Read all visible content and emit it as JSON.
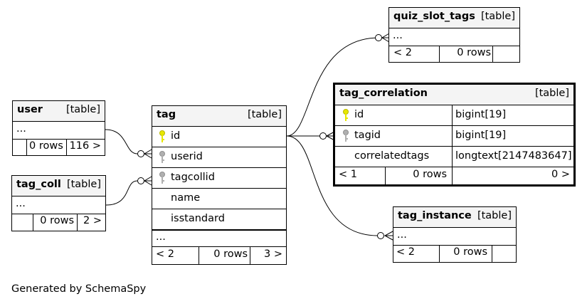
{
  "diagram": {
    "footer": "Generated by SchemaSpy",
    "tables": {
      "quiz_slot_tags": {
        "name": "quiz_slot_tags",
        "type": "[table]",
        "ellipsis": "...",
        "stats": {
          "left": "< 2",
          "rows": "0 rows",
          "right": ""
        }
      },
      "tag_correlation": {
        "name": "tag_correlation",
        "type": "[table]",
        "columns": [
          {
            "name": "id",
            "type": "bigint[19]",
            "key": "primary"
          },
          {
            "name": "tagid",
            "type": "bigint[19]",
            "key": "foreign"
          },
          {
            "name": "correlatedtags",
            "type": "longtext[2147483647]",
            "key": ""
          }
        ],
        "stats": {
          "left": "< 1",
          "rows": "0 rows",
          "right": "0 >"
        }
      },
      "user": {
        "name": "user",
        "type": "[table]",
        "ellipsis": "...",
        "stats": {
          "left": "",
          "rows": "0 rows",
          "right": "116 >"
        }
      },
      "tag_coll": {
        "name": "tag_coll",
        "type": "[table]",
        "ellipsis": "...",
        "stats": {
          "left": "",
          "rows": "0 rows",
          "right": "2 >"
        }
      },
      "tag": {
        "name": "tag",
        "type": "[table]",
        "columns": [
          {
            "name": "id",
            "key": "primary"
          },
          {
            "name": "userid",
            "key": "foreign"
          },
          {
            "name": "tagcollid",
            "key": "foreign"
          },
          {
            "name": "name",
            "key": ""
          },
          {
            "name": "isstandard",
            "key": ""
          }
        ],
        "ellipsis": "...",
        "stats": {
          "left": "< 2",
          "rows": "0 rows",
          "right": "3 >"
        }
      },
      "tag_instance": {
        "name": "tag_instance",
        "type": "[table]",
        "ellipsis": "...",
        "stats": {
          "left": "< 2",
          "rows": "0 rows",
          "right": ""
        }
      }
    },
    "relationships": [
      {
        "from": "tag.id",
        "to": "quiz_slot_tags",
        "label": ""
      },
      {
        "from": "tag.id",
        "to": "tag_correlation.tagid",
        "label": ""
      },
      {
        "from": "tag.id",
        "to": "tag_instance",
        "label": ""
      },
      {
        "from": "user",
        "to": "tag.userid",
        "label": ""
      },
      {
        "from": "tag_coll",
        "to": "tag.tagcollid",
        "label": ""
      }
    ],
    "colors": {
      "primary_key": "#e8e800",
      "foreign_key": "#b0b0b0",
      "header_bg": "#f4f4f4",
      "line": "#000000"
    }
  }
}
